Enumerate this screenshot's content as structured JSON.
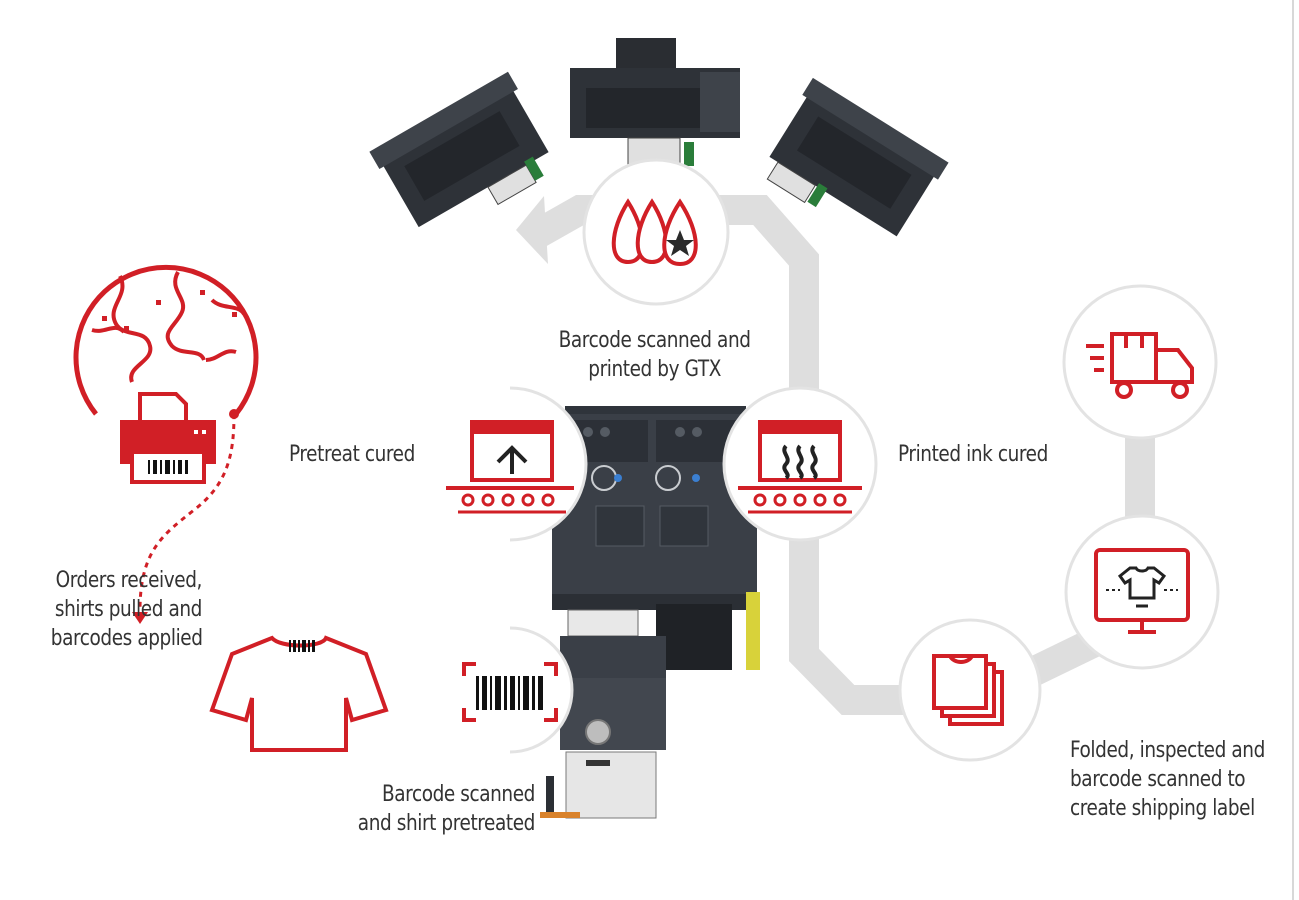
{
  "colors": {
    "accent_red": "#d11f26",
    "path_gray": "#dedede",
    "circle_border": "#e3e3e3",
    "machine_dark": "#3a3f47",
    "text": "#333333"
  },
  "steps": {
    "orders": {
      "lines": [
        "Orders received,",
        "shirts pulled and",
        "barcodes applied"
      ],
      "icons": [
        "globe-icon",
        "printer-icon",
        "tshirt-barcode-icon"
      ]
    },
    "pretreat": {
      "lines": [
        "Barcode scanned",
        "and shirt pretreated"
      ],
      "icon": "barcode-scan-icon"
    },
    "pretreat_cure": {
      "lines": [
        "Pretreat cured"
      ],
      "icon": "dryer-arrow-icon"
    },
    "print": {
      "lines": [
        "Barcode scanned and",
        "printed by GTX"
      ],
      "icon": "ink-drops-icon"
    },
    "ink_cure": {
      "lines": [
        "Printed ink cured"
      ],
      "icon": "dryer-heat-icon"
    },
    "fold": {
      "lines": [
        "Folded, inspected and",
        "barcode scanned to",
        "create shipping label"
      ],
      "icons": [
        "folded-shirts-icon",
        "monitor-shirt-icon",
        "delivery-truck-icon"
      ]
    }
  }
}
